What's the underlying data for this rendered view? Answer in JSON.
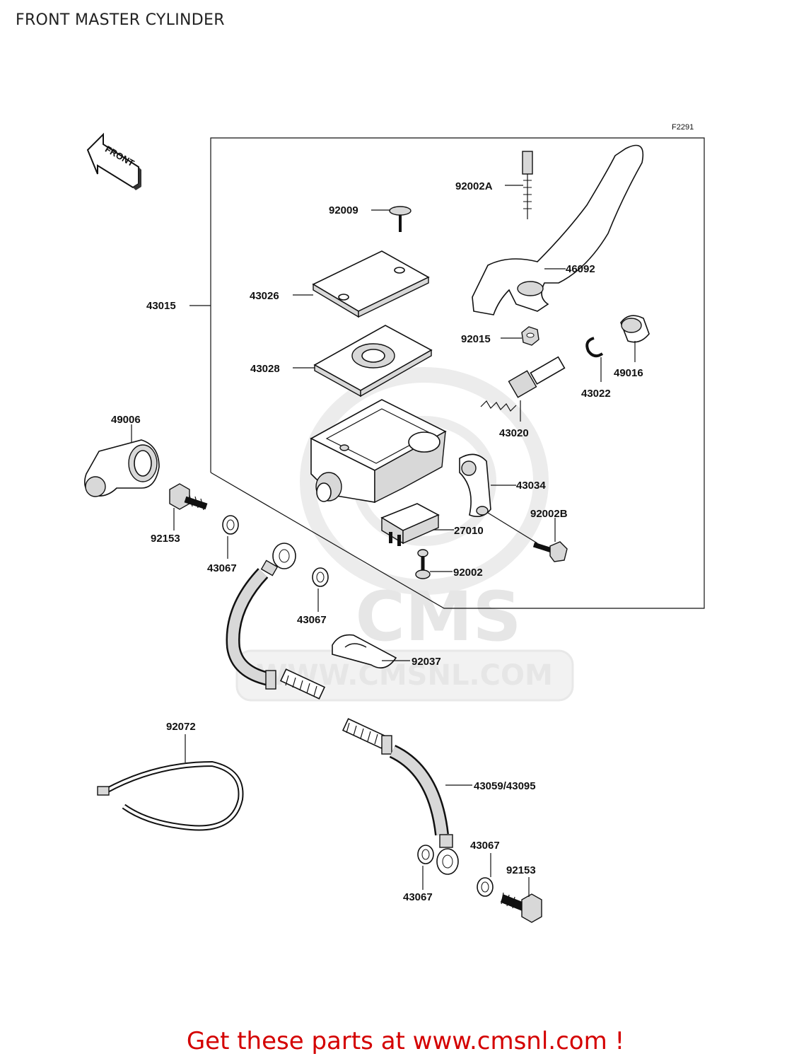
{
  "page_title": "FRONT MASTER CYLINDER",
  "figure_code": "F2291",
  "front_arrow_text": "FRONT",
  "watermark": {
    "brand": "CMS",
    "url": "WWW.CMSNL.COM"
  },
  "part_labels": {
    "p92002A": "92002A",
    "p92009": "92009",
    "p46092": "46092",
    "p43026": "43026",
    "p43015": "43015",
    "p92015": "92015",
    "p43028": "43028",
    "p49016": "49016",
    "p43022": "43022",
    "p49006": "49006",
    "p43020": "43020",
    "p43034": "43034",
    "p92002B": "92002B",
    "p92153a": "92153",
    "p27010": "27010",
    "p43067a": "43067",
    "p92002": "92002",
    "p43067b": "43067",
    "p92037": "92037",
    "p92072": "92072",
    "p43059": "43059/43095",
    "p43067c": "43067",
    "p92153b": "92153",
    "p43067d": "43067"
  },
  "call_to_action": "Get these parts at www.cmsnl.com !"
}
